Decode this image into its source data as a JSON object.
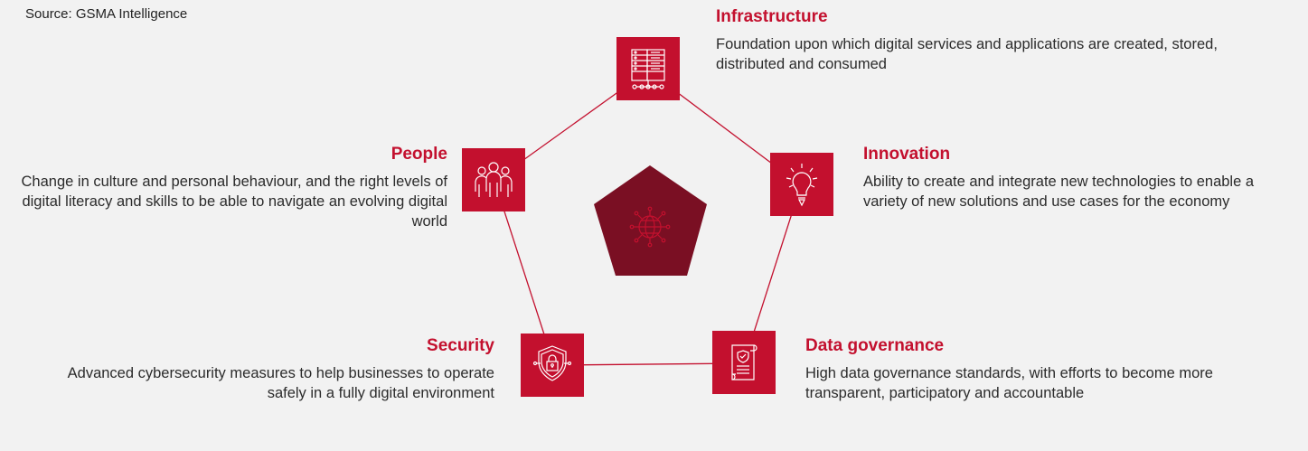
{
  "source": "Source: GSMA Intelligence",
  "colors": {
    "accent": "#c3102e",
    "center": "#7a0f23",
    "text": "#2b2b2b",
    "background": "#f2f2f2"
  },
  "center": {
    "icon": "globe-network-icon"
  },
  "pillars": [
    {
      "id": "infrastructure",
      "icon": "server-rack-icon",
      "title": "Infrastructure",
      "description": "Foundation upon which digital services and applications are created, stored, distributed and consumed"
    },
    {
      "id": "innovation",
      "icon": "lightbulb-icon",
      "title": "Innovation",
      "description": "Ability to create and integrate new technologies to enable a variety of new solutions and use cases for the economy"
    },
    {
      "id": "data-governance",
      "icon": "document-shield-icon",
      "title": "Data governance",
      "description": "High data governance standards, with efforts to become more transparent, participatory and accountable"
    },
    {
      "id": "security",
      "icon": "shield-lock-icon",
      "title": "Security",
      "description": "Advanced cybersecurity measures to help businesses to operate safely in a fully digital environment"
    },
    {
      "id": "people",
      "icon": "people-group-icon",
      "title": "People",
      "description": "Change in culture and personal behaviour, and the right levels of digital literacy and skills to be able to navigate an evolving digital world"
    }
  ]
}
